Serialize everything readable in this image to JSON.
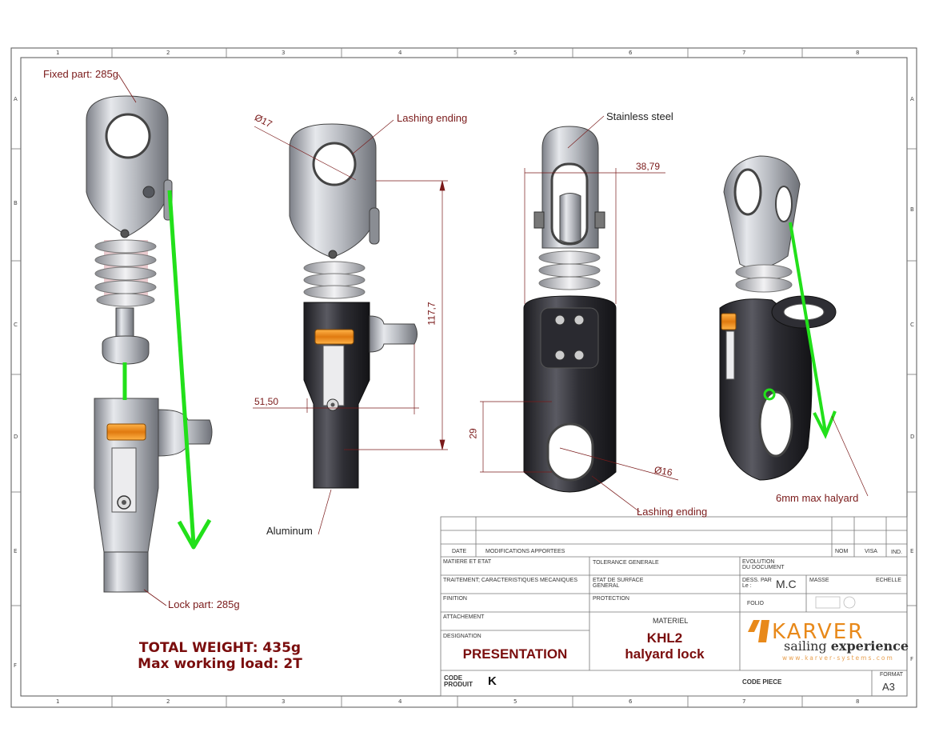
{
  "grid": {
    "columns": [
      "1",
      "2",
      "3",
      "4",
      "5",
      "6",
      "7",
      "8"
    ],
    "rows": [
      "A",
      "B",
      "C",
      "D",
      "E",
      "F"
    ]
  },
  "annotations": {
    "fixed_part": "Fixed part: 285g",
    "lock_part": "Lock part: 285g",
    "lashing_ending_top": "Lashing ending",
    "lashing_ending_bottom": "Lashing ending",
    "aluminum": "Aluminum",
    "stainless_steel": "Stainless steel",
    "halyard": "6mm max halyard"
  },
  "dimensions": {
    "d17": "Ø17",
    "h117": "117,7",
    "w51": "51,50",
    "w38": "38,79",
    "h29": "29",
    "d16": "Ø16"
  },
  "totals": {
    "weight": "TOTAL WEIGHT: 435g",
    "load": "Max working load: 2T"
  },
  "title_block": {
    "date": "DATE",
    "modifications": "MODIFICATIONS  APPORTEES",
    "nom": "NOM",
    "visa": "VISA",
    "ind": "IND.",
    "matiere": "MATIERE ET ETAT",
    "tolerance": "TOLERANCE GENERALE",
    "evolution": "EVOLUTION\nDU DOCUMENT",
    "traitement": "TRAITEMENT;  CARACTERISTIQUES MECANIQUES",
    "etat_surface": "ETAT DE SURFACE\nGENERAL",
    "dess_par": "DESS. PAR\nLe :",
    "dess_value": "M.C",
    "masse": "MASSE",
    "echelle": "ECHELLE",
    "finition": "FINITION",
    "protection": "PROTECTION",
    "folio": "FOLIO",
    "attachement": "ATTACHEMENT",
    "materiel": "MATERIEL",
    "designation": "DESIGNATION",
    "designation_value": "PRESENTATION",
    "product_line1": "KHL2",
    "product_line2": "halyard lock",
    "code_produit": "CODE\nPRODUIT",
    "code_produit_value": "K",
    "code_piece": "CODE PIECE",
    "format": "FORMAT",
    "format_value": "A3"
  },
  "logo": {
    "brand": "KARVER",
    "tagline_1": "sailing",
    "tagline_2": "experience",
    "url": "www.karver-systems.com"
  },
  "colors": {
    "annotation": "#7a1a1a",
    "arrow_green": "#22e01a",
    "accent_orange": "#e8891a",
    "metal": "#b9bcc2",
    "anodized": "#2e2e33"
  }
}
